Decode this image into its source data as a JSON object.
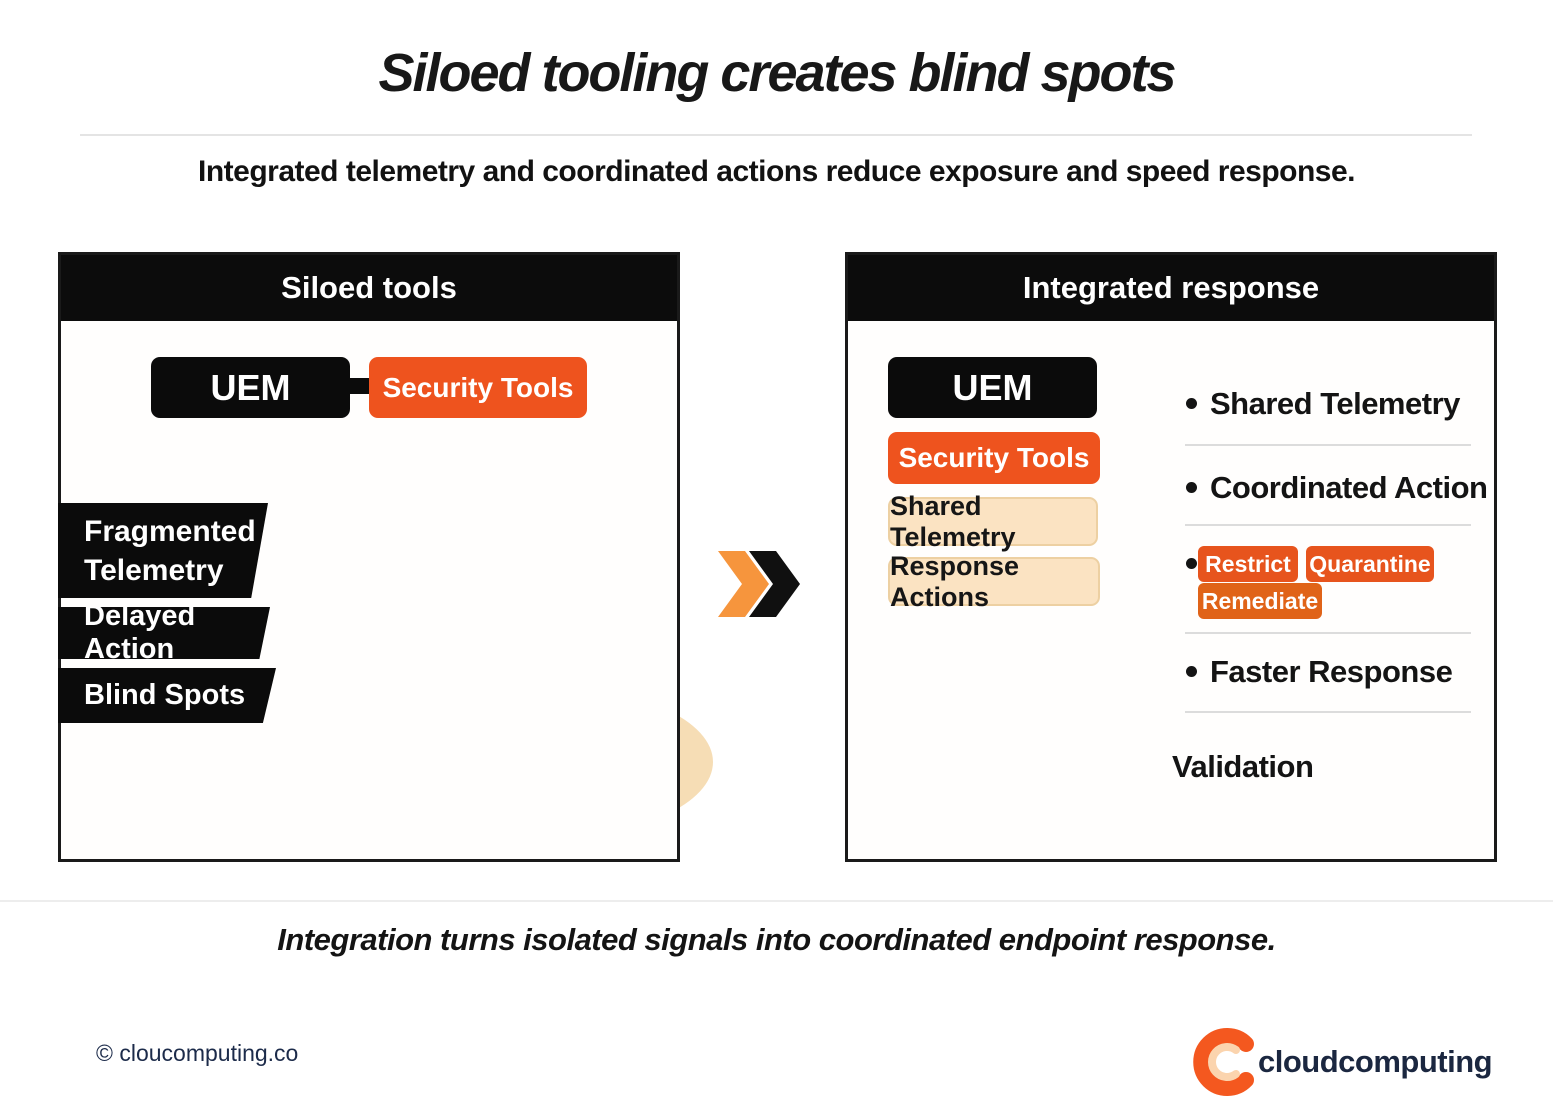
{
  "title": "Siloed tooling creates blind spots",
  "subtitle": "Integrated telemetry and coordinated actions reduce exposure and speed response.",
  "left_panel": {
    "header": "Siloed tools",
    "uem": "UEM",
    "security_tools": "Security Tools",
    "fragmented_line1": "Fragmented",
    "fragmented_line2": "Telemetry",
    "delayed_action": "Delayed Action",
    "blind_spots": "Blind Spots"
  },
  "right_panel": {
    "header": "Integrated response",
    "uem": "UEM",
    "security_tools": "Security Tools",
    "shared_telemetry_box": "Shared Telemetry",
    "response_actions_box": "Response Actions",
    "bullet_shared_telemetry": "Shared Telemetry",
    "bullet_coordinated_action": "Coordinated Action",
    "bullet_faster_response": "Faster Response",
    "action_restrict": "Restrict",
    "action_quarantine": "Quarantine",
    "action_remediate": "Remediate",
    "validation": "Validation"
  },
  "caption": "Integration turns isolated signals into coordinated endpoint response.",
  "footer": {
    "copyright": "© cloucomputing.co",
    "brand": "cloudcomputing"
  },
  "colors": {
    "black": "#0b0b0b",
    "accent_orange": "#ee531e",
    "warning_orange": "#f26a1b",
    "alert_red": "#e63312",
    "arrow_orange": "#f6921e",
    "peach": "#fbe3c2",
    "tan": "#f6ddb5",
    "navy": "#1b2740"
  }
}
